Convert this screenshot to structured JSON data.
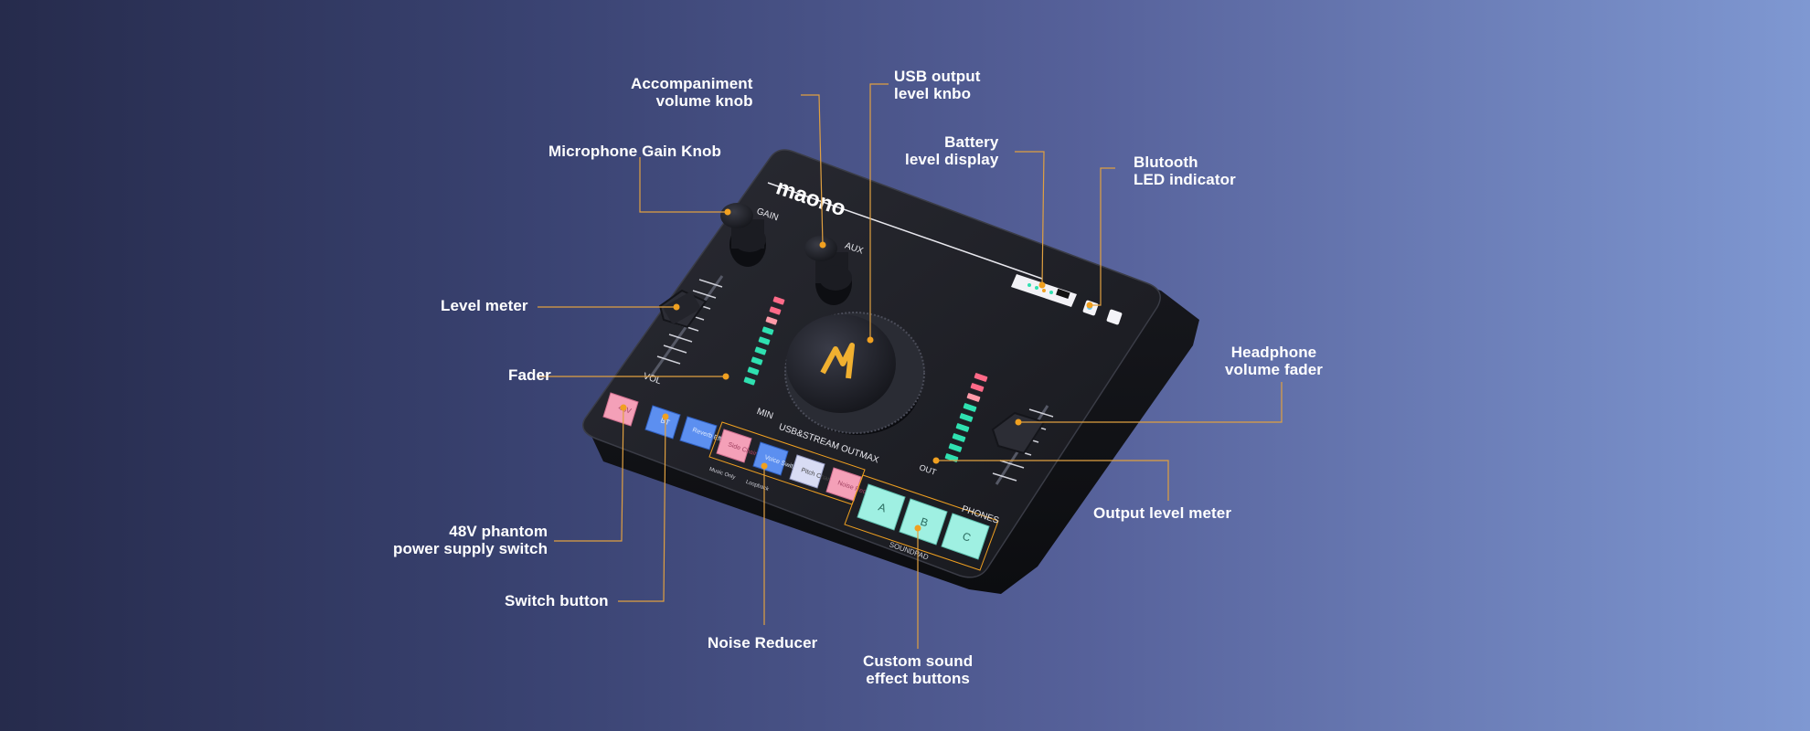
{
  "device": {
    "brand": "maono",
    "panel_labels": {
      "gain": "GAIN",
      "aux": "AUX",
      "vol": "VOL",
      "min": "MIN",
      "max": "MAX",
      "usb_stream_out": "USB&STREAM OUT",
      "out": "OUT",
      "phones": "PHONES",
      "soundpad": "SOUNDPAD",
      "music_only": "Music Only",
      "loopback": "Loopback"
    },
    "buttons": {
      "phantom": "48V",
      "bt": "BT",
      "reverb": "Reverb Effects",
      "side_chain": "Side Chain",
      "voice_switch": "Voice Switch",
      "pitch_change": "Pitch Change",
      "noise_reducer": "Noise Reducer",
      "pad_a": "A",
      "pad_b": "B",
      "pad_c": "C"
    }
  },
  "callouts": {
    "accompaniment": [
      "Accompaniment",
      "volume knob"
    ],
    "usb_output": [
      "USB output",
      "level knbo"
    ],
    "mic_gain": [
      "Microphone Gain Knob"
    ],
    "battery": [
      "Battery",
      "level display"
    ],
    "bluetooth": [
      "Blutooth",
      "LED indicator"
    ],
    "level_meter": [
      "Level meter"
    ],
    "fader": [
      "Fader"
    ],
    "headphone_fader": [
      "Headphone",
      "volume fader"
    ],
    "output_meter": [
      "Output level meter"
    ],
    "phantom": [
      "48V phantom",
      "power supply switch"
    ],
    "switch_button": [
      "Switch button"
    ],
    "noise_reducer": [
      "Noise Reducer"
    ],
    "custom_sound": [
      "Custom sound",
      "effect buttons"
    ]
  },
  "colors": {
    "accent_orange": "#f0a020",
    "pink": "#f4a0b8",
    "blue": "#5c8ff0",
    "mint": "#9ff0e2",
    "meter_green": "#2fe0b0",
    "meter_red": "#ff6a88",
    "device_body": "#1c1d24"
  }
}
